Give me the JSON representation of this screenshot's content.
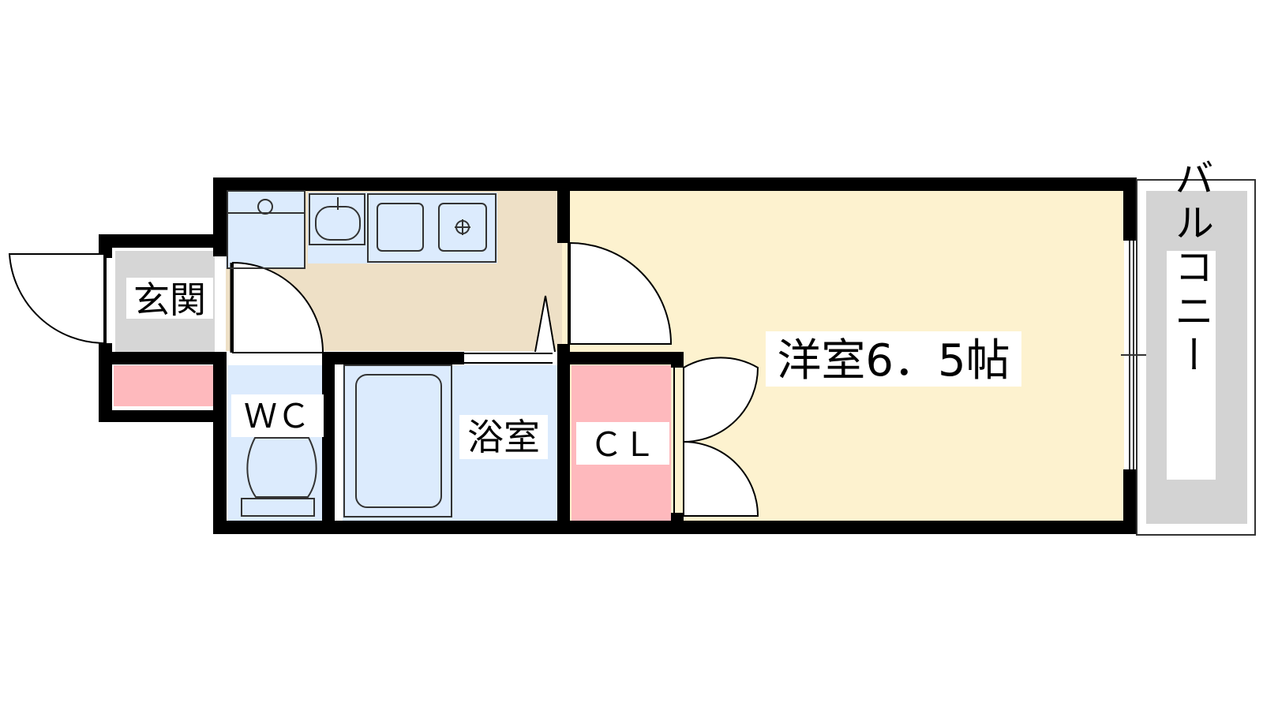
{
  "rooms": {
    "entrance": {
      "label": "玄関"
    },
    "wc": {
      "label": "ＷＣ"
    },
    "bath": {
      "label": "浴室"
    },
    "closet": {
      "label": "ＣＬ"
    },
    "western_room": {
      "label": "洋室6．5帖"
    },
    "balcony": {
      "label": "バルコニー"
    }
  },
  "colors": {
    "western_room": "#fdf2cf",
    "kitchen": "#eee0c6",
    "wet_area": "#dcebfd",
    "storage": "#feb9bd",
    "entrance_floor": "#d6d6d6",
    "balcony": "#d3d3d3",
    "wall": "#000000"
  },
  "icons": [
    "sink-icon",
    "stove-icon",
    "toilet-icon",
    "bathtub-icon",
    "washing-machine-icon"
  ]
}
